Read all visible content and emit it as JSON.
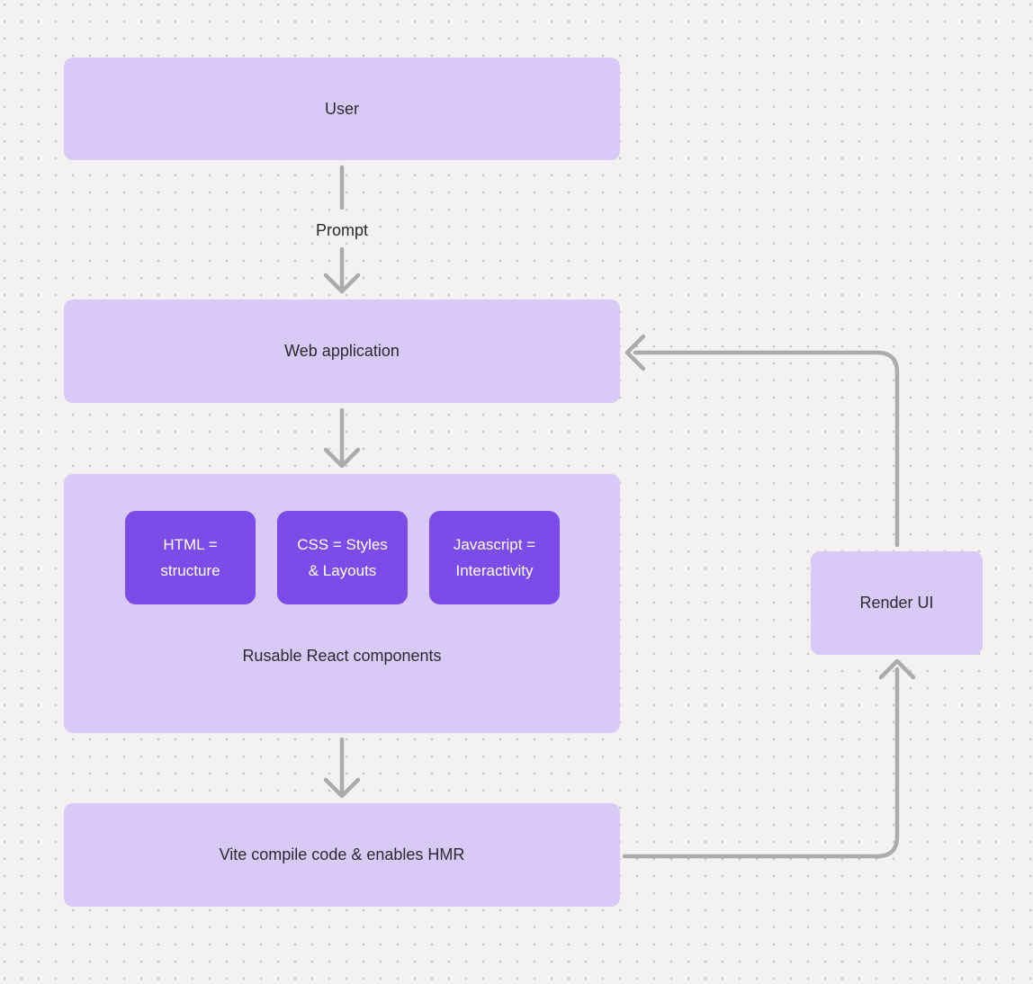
{
  "canvas": {
    "background_color": "#f3f2f1",
    "dot_color": "#c8c6c4"
  },
  "colors": {
    "node_fill": "#d8c9f6",
    "card_fill": "#7c4ce9",
    "card_text": "#ffffff",
    "connector": "#adabaa",
    "label_text": "#2b2b31"
  },
  "nodes": {
    "user": {
      "label": "User"
    },
    "web_application": {
      "label": "Web application"
    },
    "components_group": {
      "label": "Rusable React components",
      "children": [
        {
          "line1": "HTML =",
          "line2": "structure"
        },
        {
          "line1": "CSS = Styles",
          "line2": "& Layouts"
        },
        {
          "line1": "Javascript =",
          "line2": "Interactivity"
        }
      ]
    },
    "vite": {
      "label": "Vite compile code & enables HMR"
    },
    "render_ui": {
      "label": "Render UI"
    }
  },
  "edges": [
    {
      "from": "User",
      "to": "Web application",
      "label": "Prompt"
    },
    {
      "from": "Web application",
      "to": "Rusable React components",
      "label": ""
    },
    {
      "from": "Rusable React components",
      "to": "Vite compile code & enables HMR",
      "label": ""
    },
    {
      "from": "Vite compile code & enables HMR",
      "to": "Render UI",
      "label": ""
    },
    {
      "from": "Render UI",
      "to": "Web application",
      "label": ""
    }
  ]
}
